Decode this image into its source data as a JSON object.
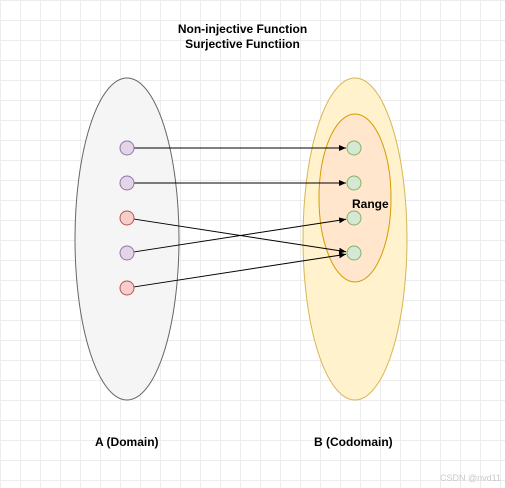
{
  "diagram": {
    "title_line1": "Non-injective Function",
    "title_line2": "Surjective Functiion",
    "domain_label": "A (Domain)",
    "codomain_label": "B (Codomain)",
    "range_label": "Range",
    "watermark": "CSDN @nvd11",
    "domain_points": [
      {
        "id": "a1",
        "color": "purple"
      },
      {
        "id": "a2",
        "color": "purple"
      },
      {
        "id": "a3",
        "color": "red"
      },
      {
        "id": "a4",
        "color": "purple"
      },
      {
        "id": "a5",
        "color": "red"
      }
    ],
    "codomain_points": [
      {
        "id": "b1"
      },
      {
        "id": "b2"
      },
      {
        "id": "b3"
      },
      {
        "id": "b4"
      }
    ],
    "mappings": [
      {
        "from": "a1",
        "to": "b1"
      },
      {
        "from": "a2",
        "to": "b2"
      },
      {
        "from": "a3",
        "to": "b4"
      },
      {
        "from": "a4",
        "to": "b3"
      },
      {
        "from": "a5",
        "to": "b4"
      }
    ],
    "colors": {
      "domain_fill": "#f5f5f5",
      "domain_stroke": "#666666",
      "codomain_fill": "#fff2cc",
      "codomain_stroke": "#d6b656",
      "range_fill": "#ffe6cc",
      "range_stroke": "#d79b00",
      "purple_fill": "#e1d5e7",
      "purple_stroke": "#9673a6",
      "red_fill": "#f8cecc",
      "red_stroke": "#b85450",
      "green_fill": "#d5e8d4",
      "green_stroke": "#82b366"
    }
  }
}
